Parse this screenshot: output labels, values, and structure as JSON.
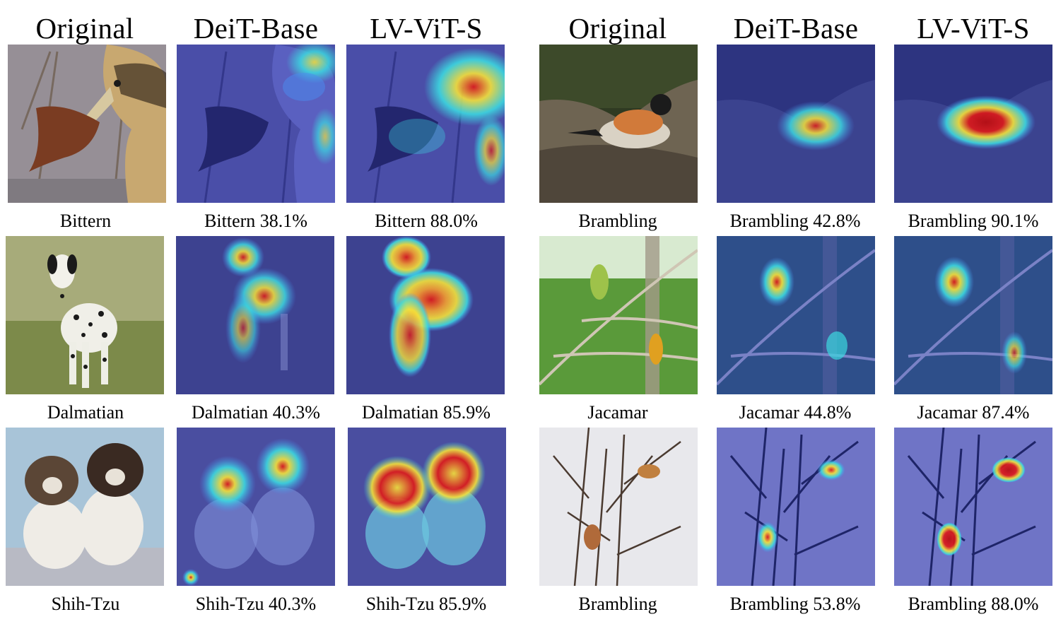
{
  "headers": [
    "Original",
    "DeiT-Base",
    "LV-ViT-S",
    "Original",
    "DeiT-Base",
    "LV-ViT-S"
  ],
  "rows": [
    {
      "left": {
        "subject": "bittern-bird",
        "captions": [
          "Bittern",
          "Bittern 38.1%",
          "Bittern 88.0%"
        ]
      },
      "right": {
        "subject": "brambling-bird",
        "captions": [
          "Brambling",
          "Brambling 42.8%",
          "Brambling 90.1%"
        ]
      }
    },
    {
      "left": {
        "subject": "dalmatian-dog",
        "captions": [
          "Dalmatian",
          "Dalmatian 40.3%",
          "Dalmatian 85.9%"
        ]
      },
      "right": {
        "subject": "jacamar-birds",
        "captions": [
          "Jacamar",
          "Jacamar 44.8%",
          "Jacamar 87.4%"
        ]
      }
    },
    {
      "left": {
        "subject": "shih-tzu-dogs",
        "captions": [
          "Shih-Tzu",
          "Shih-Tzu 40.3%",
          "Shih-Tzu 85.9%"
        ]
      },
      "right": {
        "subject": "brambling-birds-snow",
        "captions": [
          "Brambling",
          "Brambling 53.8%",
          "Brambling 88.0%"
        ]
      }
    }
  ],
  "heatmap_palette": {
    "cold": "#2b2fa8",
    "cool": "#4a8cf0",
    "mid": "#3cd8e0",
    "warm": "#f5e23a",
    "hot": "#e01818"
  }
}
